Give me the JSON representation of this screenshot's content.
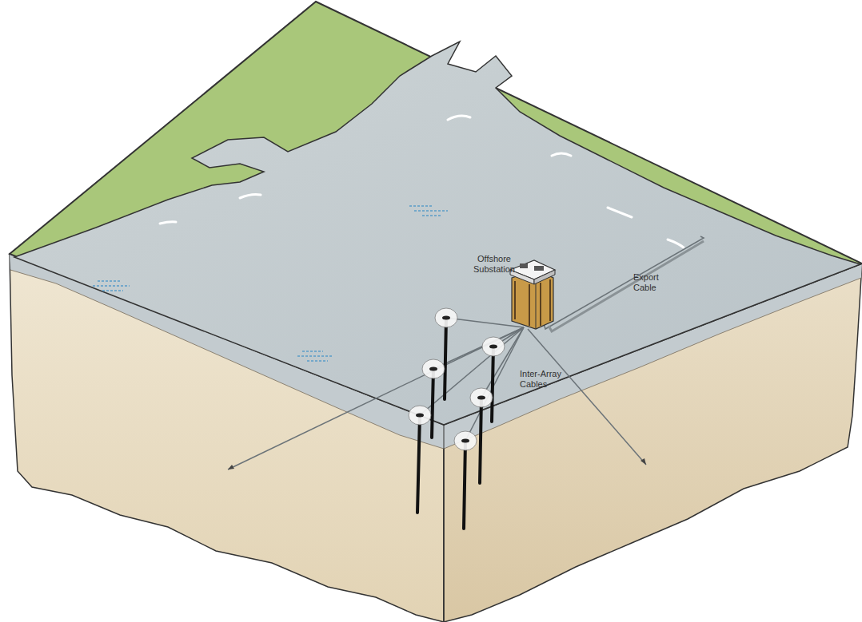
{
  "diagram": {
    "labels": [
      "Offshore Substation",
      "Export Cable",
      "Inter-Array Cables"
    ]
  }
}
